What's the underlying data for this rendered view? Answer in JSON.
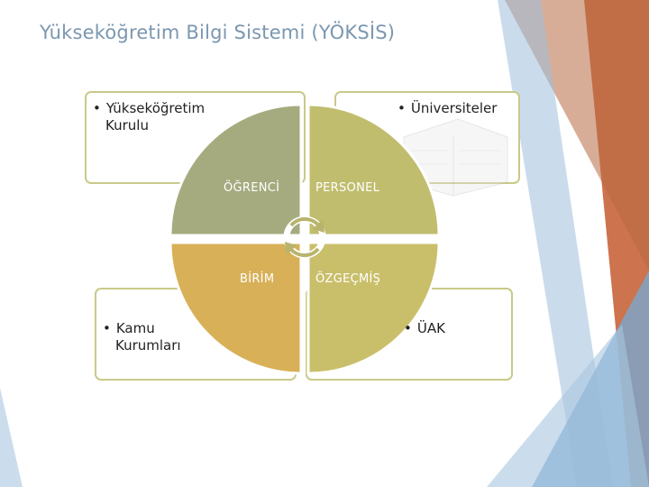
{
  "slide": {
    "title": "Yükseköğretim Bilgi Sistemi (YÖKSİS)"
  },
  "boxes": {
    "top_left": {
      "line1": "Yükseköğretim",
      "line2": "Kurulu"
    },
    "top_right": {
      "text": "Üniversiteler"
    },
    "bottom_left": {
      "line1": "Kamu",
      "line2": "Kurumları"
    },
    "bottom_right": {
      "text": "ÜAK"
    }
  },
  "segments": {
    "top_left": "ÖĞRENCİ",
    "top_right": "PERSONEL",
    "bottom_left": "BİRİM",
    "bottom_right": "ÖZGEÇMİŞ"
  },
  "colors": {
    "title": "#7b97b0",
    "seg_top_left": "#a5ab7f",
    "seg_top_right": "#c0bd6e",
    "seg_bottom_left": "#d8b058",
    "seg_bottom_right": "#c9bf6a",
    "box_border": "#c9c98a"
  },
  "icons": [
    "cycle-arrows-icon",
    "building-icon"
  ]
}
